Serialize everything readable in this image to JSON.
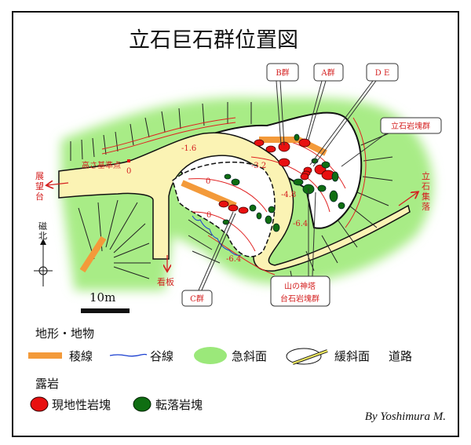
{
  "title": "立石巨石群位置図",
  "map": {
    "benchmark": "高さ基準点",
    "elevations": [
      "0",
      "-1.6",
      "0",
      "0",
      "-3.2",
      "-4.8",
      "-6.4",
      "-6.4"
    ],
    "directions": {
      "observatory": "展望台",
      "signboard": "看板",
      "village": "立石集落",
      "north": "磁北"
    },
    "callouts": {
      "b_group": "B群",
      "a_group": "A群",
      "de": "D E",
      "tateishi_rocks": "立石岩塊群",
      "c_group": "C群",
      "yamanokami_line1": "山の神塔",
      "yamanokami_line2": "台石岩塊群"
    },
    "scale": "10m"
  },
  "legend": {
    "terrain_heading": "地形・地物",
    "ridge": "稜線",
    "valley": "谷線",
    "steep_slope": "急斜面",
    "gentle_slope": "緩斜面",
    "road": "道路",
    "outcrop_heading": "露岩",
    "in_situ_rock": "現地性岩塊",
    "fallen_rock": "転落岩塊"
  },
  "credit": "By Yoshimura M.",
  "colors": {
    "green": "#9be87a",
    "road": "#fbf3b4",
    "ridge": "#f39a3a",
    "red_rock": "#e81010",
    "green_rock": "#0f6e12",
    "label_red": "#d42020"
  }
}
